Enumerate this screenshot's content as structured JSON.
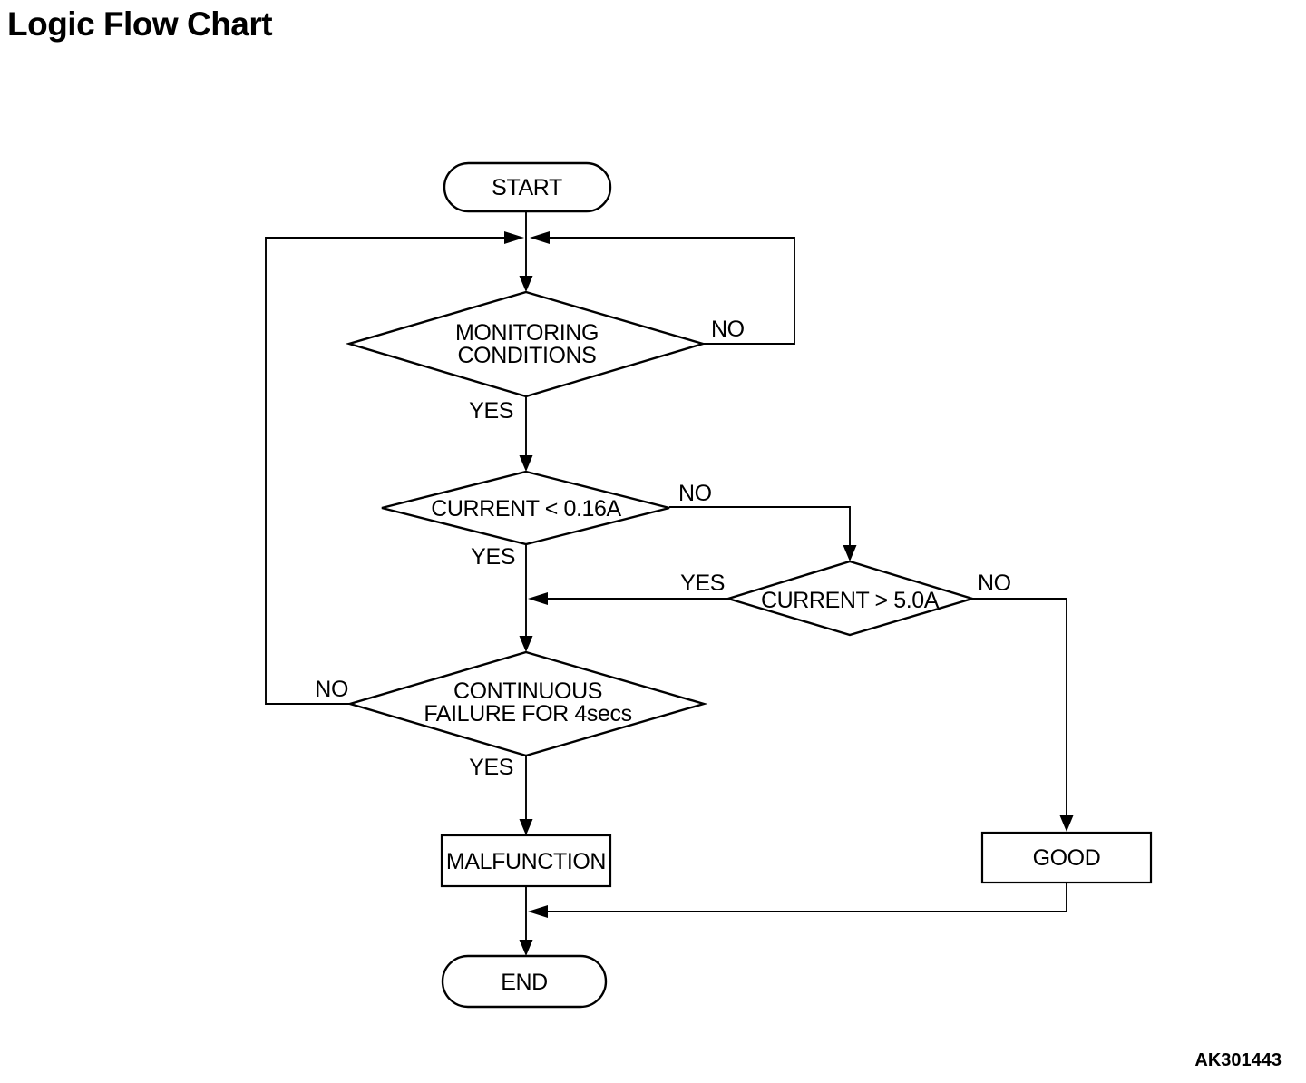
{
  "page": {
    "title": "Logic Flow Chart",
    "figure_code": "AK301443",
    "colors": {
      "ink": "#000000",
      "background": "#ffffff"
    }
  },
  "flowchart": {
    "nodes": {
      "start": {
        "type": "terminator",
        "label": "START"
      },
      "monitoring": {
        "type": "decision",
        "line1": "MONITORING",
        "line2": "CONDITIONS"
      },
      "current_low": {
        "type": "decision",
        "label": "CURRENT < 0.16A"
      },
      "current_high": {
        "type": "decision",
        "label": "CURRENT > 5.0A"
      },
      "continuous": {
        "type": "decision",
        "line1": "CONTINUOUS",
        "line2": "FAILURE FOR 4secs"
      },
      "malfunction": {
        "type": "process",
        "label": "MALFUNCTION"
      },
      "good": {
        "type": "process",
        "label": "GOOD"
      },
      "end": {
        "type": "terminator",
        "label": "END"
      }
    },
    "edges": {
      "monitoring_no": "NO",
      "monitoring_yes": "YES",
      "current_low_no": "NO",
      "current_low_yes": "YES",
      "current_high_yes": "YES",
      "current_high_no": "NO",
      "continuous_no": "NO",
      "continuous_yes": "YES"
    }
  }
}
